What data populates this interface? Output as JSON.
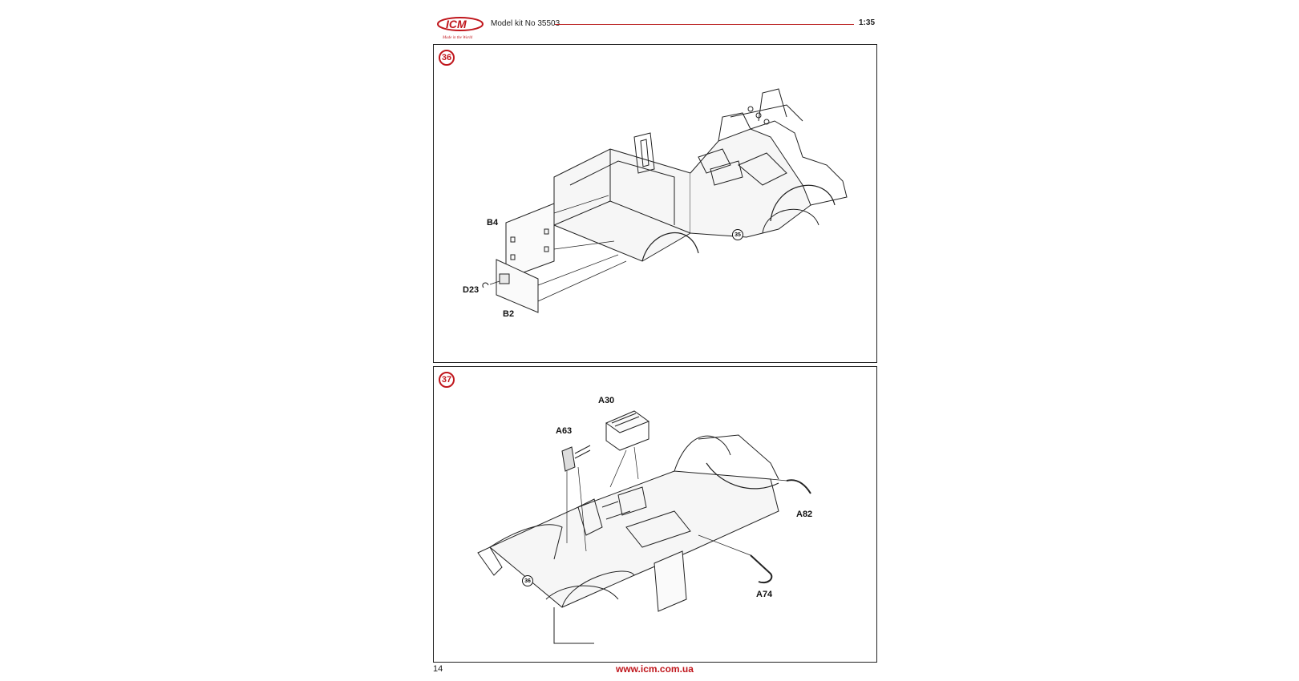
{
  "header": {
    "logo_text": "ICM",
    "logo_tagline": "Made in the World",
    "kit_title": "Model kit No 35503",
    "scale": "1:35"
  },
  "steps": [
    {
      "number": "36",
      "labels": {
        "b4": "B4",
        "d23": "D23",
        "b2": "B2"
      },
      "reference": "35"
    },
    {
      "number": "37",
      "labels": {
        "a30": "A30",
        "a63": "A63",
        "a82": "A82",
        "a74": "A74"
      },
      "reference": "36"
    }
  ],
  "footer": {
    "page_number": "14",
    "url": "www.icm.com.ua"
  },
  "colors": {
    "accent": "#c0161c",
    "line": "#222222"
  },
  "icons": [
    "icm-logo",
    "step-badge"
  ]
}
